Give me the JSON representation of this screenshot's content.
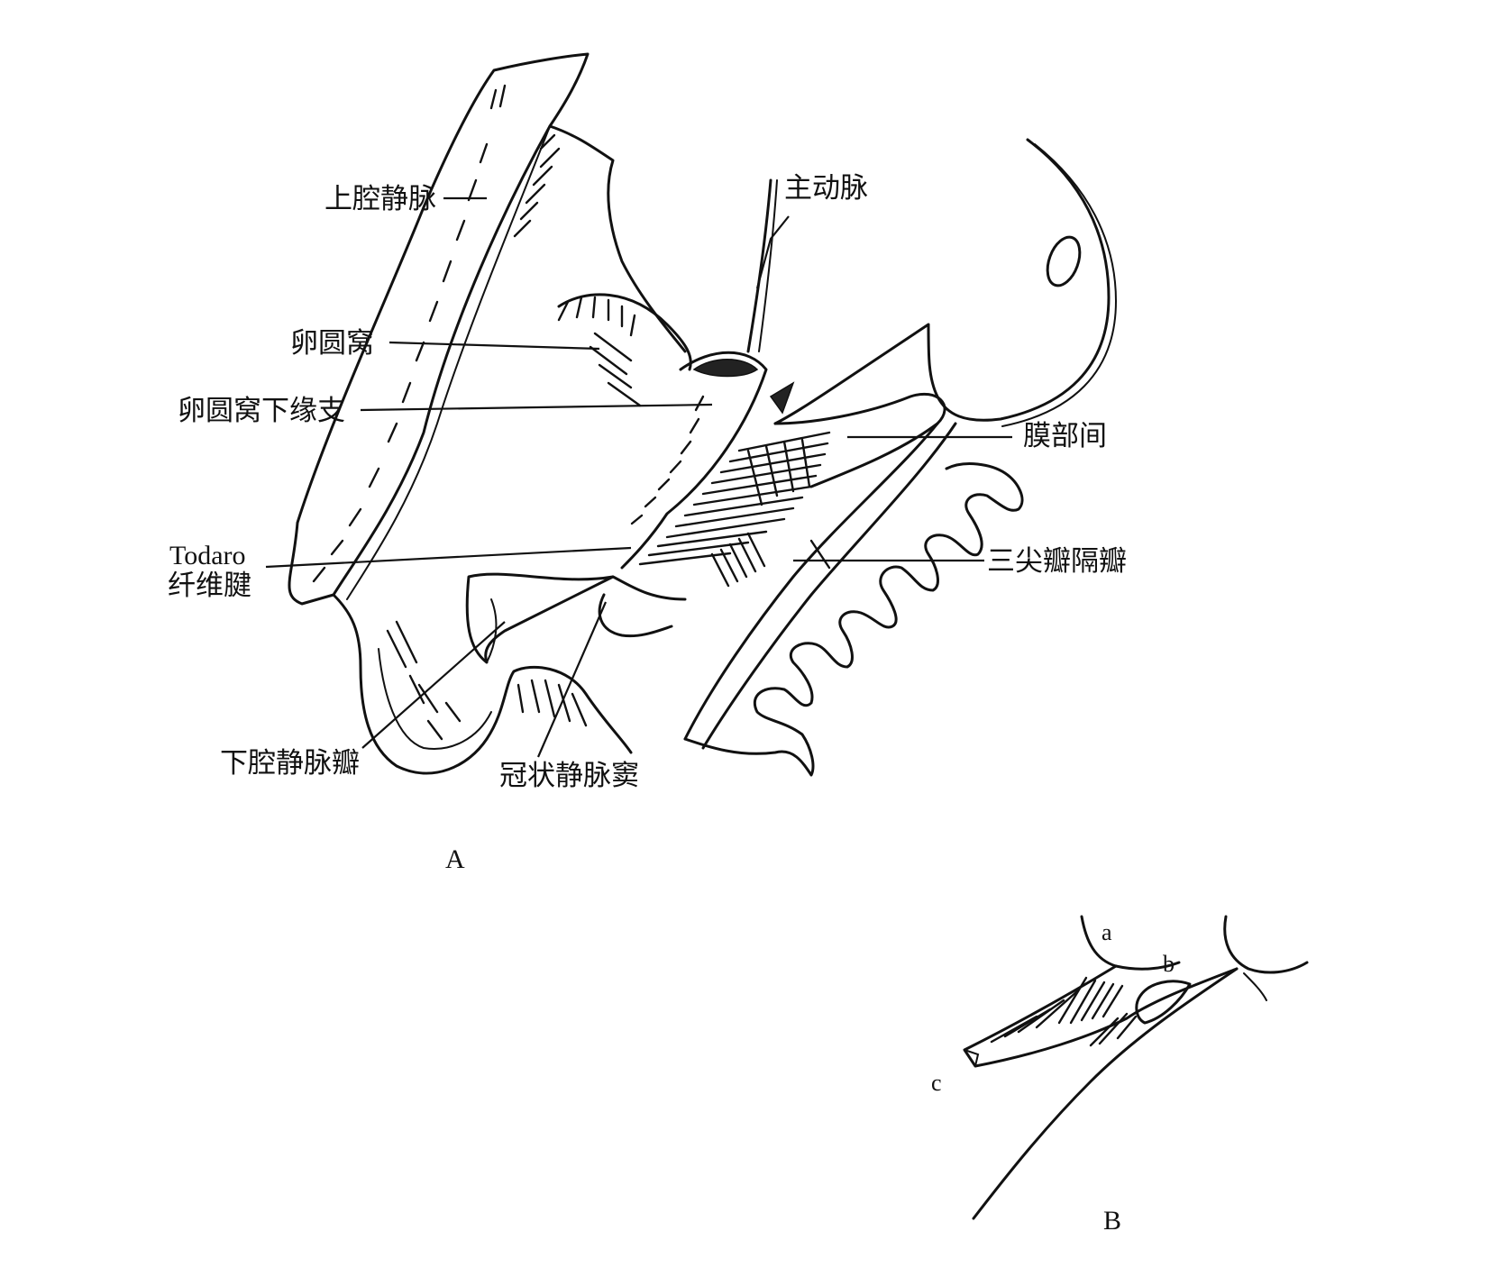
{
  "panel_a": {
    "caption": "A",
    "labels": {
      "svc": "上腔静脉",
      "aorta": "主动脉",
      "fossa_ovalis": "卵圆窝",
      "fossa_limbus": "卵圆窝下缘支",
      "membranous_septum": "膜部间",
      "todaro_line1": "Todaro",
      "todaro_line2": "纤维腱",
      "tricuspid_septal": "三尖瓣隔瓣",
      "ivc_valve": "下腔静脉瓣",
      "coronary_sinus": "冠状静脉窦"
    }
  },
  "panel_b": {
    "caption": "B",
    "labels": {
      "a": "a",
      "b": "b",
      "c": "c"
    }
  },
  "colors": {
    "ink": "#111111",
    "background": "#ffffff"
  }
}
